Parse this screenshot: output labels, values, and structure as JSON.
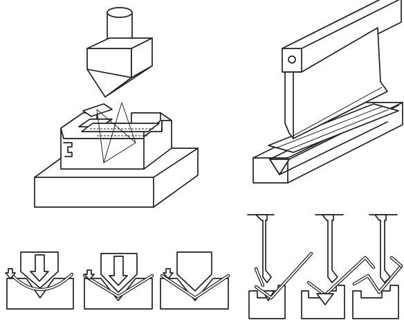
{
  "figure": {
    "panels": [
      {
        "id": "bending-die-isometric"
      },
      {
        "id": "press-brake-isometric"
      },
      {
        "id": "air-bending-sequence",
        "steps": 3
      },
      {
        "id": "hem-forming-sequence",
        "steps": 3
      }
    ]
  },
  "colors": {
    "line": "#231f20",
    "background": "#ffffff"
  }
}
